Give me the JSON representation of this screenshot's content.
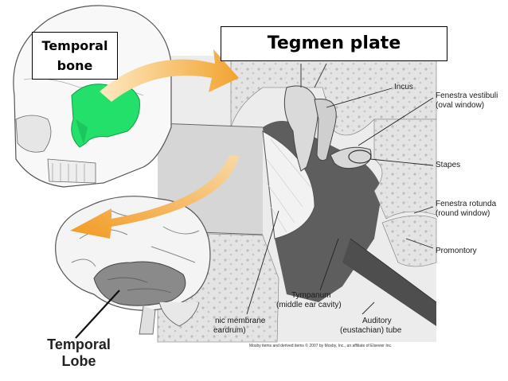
{
  "title_box": {
    "label": "Tegmen plate"
  },
  "skull_box": {
    "line1": "Temporal",
    "line2": "bone"
  },
  "brain_label": {
    "line1": "Temporal",
    "line2": "Lobe"
  },
  "ear_labels": {
    "incus": "Incus",
    "fenestra_vestibuli": "Fenestra vestibuli",
    "oval_window": "(oval window)",
    "stapes": "Stapes",
    "fenestra_rotunda": "Fenestra rotunda",
    "round_window": "(round window)",
    "promontory": "Promontory",
    "tympanum": "Tympanum",
    "middle_ear_cavity": "(middle ear cavity)",
    "auditory": "Auditory",
    "eustachian_tube": "(eustachian) tube",
    "tympanic_membrane": "nic membrane",
    "eardrum": "eardrum)"
  },
  "credit": "Mosby items and derived items © 2007 by Mosby, Inc., an affiliate of Elsevier Inc.",
  "colors": {
    "temporal_bone": "#22e06a",
    "arrow": "#f2a32e",
    "brain_lobe": "#8a8a8a",
    "bone_fill": "#dcdcdc"
  }
}
